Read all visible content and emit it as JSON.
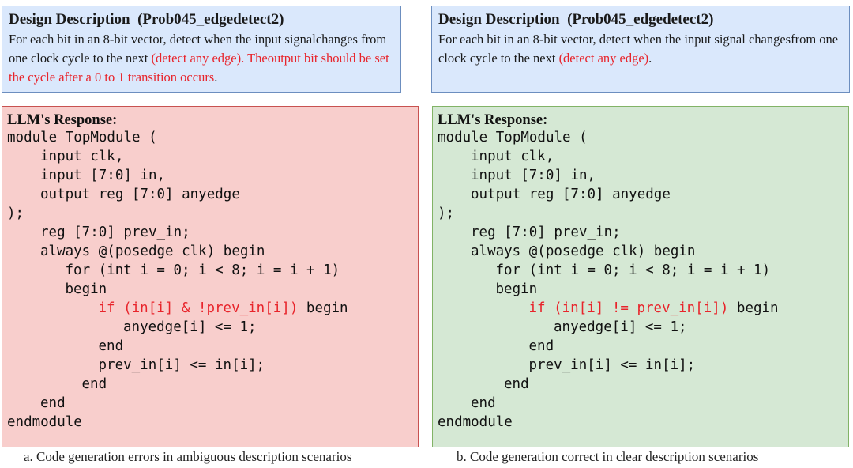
{
  "panel_a": {
    "description_title": "Design Description",
    "problem_id": "(Prob045_edgedetect2)",
    "description_segments": [
      {
        "text": "For each bit in an 8-bit vector, detect when the input signal",
        "highlight": false
      },
      {
        "text": "changes from one clock cycle to the next ",
        "highlight": false
      },
      {
        "text": "(detect any edge). The",
        "highlight": true
      },
      {
        "text": "output bit should be set the cycle after a 0 to 1 transition occurs",
        "highlight": true
      },
      {
        "text": ".",
        "highlight": false
      }
    ],
    "response_label": "LLM's Response:",
    "code_lines": [
      {
        "text": "module TopModule (",
        "indent": 0,
        "highlight": false
      },
      {
        "text": "input clk,",
        "indent": 4,
        "highlight": false
      },
      {
        "text": "input [7:0] in,",
        "indent": 4,
        "highlight": false
      },
      {
        "text": "output reg [7:0] anyedge",
        "indent": 4,
        "highlight": false
      },
      {
        "text": ");",
        "indent": 0,
        "highlight": false
      },
      {
        "text": "reg [7:0] prev_in;",
        "indent": 4,
        "highlight": false
      },
      {
        "text": "always @(posedge clk) begin",
        "indent": 4,
        "highlight": false
      },
      {
        "text": "for (int i = 0; i < 8; i = i + 1)",
        "indent": 7,
        "highlight": false
      },
      {
        "text": "begin",
        "indent": 7,
        "highlight": false
      },
      {
        "text": "if (in[i] & !prev_in[i])",
        "suffix": " begin",
        "indent": 11,
        "highlight": true
      },
      {
        "text": "anyedge[i] <= 1;",
        "indent": 14,
        "highlight": false
      },
      {
        "text": "end",
        "indent": 11,
        "highlight": false
      },
      {
        "text": "prev_in[i] <= in[i];",
        "indent": 11,
        "highlight": false
      },
      {
        "text": "end",
        "indent": 9,
        "highlight": false
      },
      {
        "text": "end",
        "indent": 4,
        "highlight": false
      },
      {
        "text": "endmodule",
        "indent": 0,
        "highlight": false
      }
    ],
    "caption": "a. Code generation errors in ambiguous description scenarios",
    "colors": {
      "fill": "#f8cecc",
      "border": "#c85250"
    }
  },
  "panel_b": {
    "description_title": "Design Description",
    "problem_id": "(Prob045_edgedetect2)",
    "description_segments": [
      {
        "text": "For each bit in an 8-bit vector, detect when the input signal changes",
        "highlight": false
      },
      {
        "text": "from one clock cycle to the next ",
        "highlight": false
      },
      {
        "text": "(detect any edge)",
        "highlight": true
      },
      {
        "text": ".",
        "highlight": false
      }
    ],
    "response_label": "LLM's Response:",
    "code_lines": [
      {
        "text": "module TopModule (",
        "indent": 0,
        "highlight": false
      },
      {
        "text": "input clk,",
        "indent": 4,
        "highlight": false
      },
      {
        "text": "input [7:0] in,",
        "indent": 4,
        "highlight": false
      },
      {
        "text": "output reg [7:0] anyedge",
        "indent": 4,
        "highlight": false
      },
      {
        "text": ");",
        "indent": 0,
        "highlight": false
      },
      {
        "text": "reg [7:0] prev_in;",
        "indent": 4,
        "highlight": false
      },
      {
        "text": "always @(posedge clk) begin",
        "indent": 4,
        "highlight": false
      },
      {
        "text": "for (int i = 0; i < 8; i = i + 1)",
        "indent": 7,
        "highlight": false
      },
      {
        "text": "begin",
        "indent": 7,
        "highlight": false
      },
      {
        "text": "if (in[i] != prev_in[i])",
        "suffix": " begin",
        "indent": 11,
        "highlight": true
      },
      {
        "text": "anyedge[i] <= 1;",
        "indent": 14,
        "highlight": false
      },
      {
        "text": "end",
        "indent": 11,
        "highlight": false
      },
      {
        "text": "prev_in[i] <= in[i];",
        "indent": 11,
        "highlight": false
      },
      {
        "text": "end",
        "indent": 8,
        "highlight": false
      },
      {
        "text": "end",
        "indent": 4,
        "highlight": false
      },
      {
        "text": "endmodule",
        "indent": 0,
        "highlight": false
      }
    ],
    "caption": "b. Code generation correct in clear description scenarios",
    "colors": {
      "fill": "#d5e8d4",
      "border": "#82b366"
    }
  },
  "colors": {
    "description_fill": "#dae8fc",
    "description_border": "#6c8ebf",
    "highlight_text": "#e8242b"
  }
}
